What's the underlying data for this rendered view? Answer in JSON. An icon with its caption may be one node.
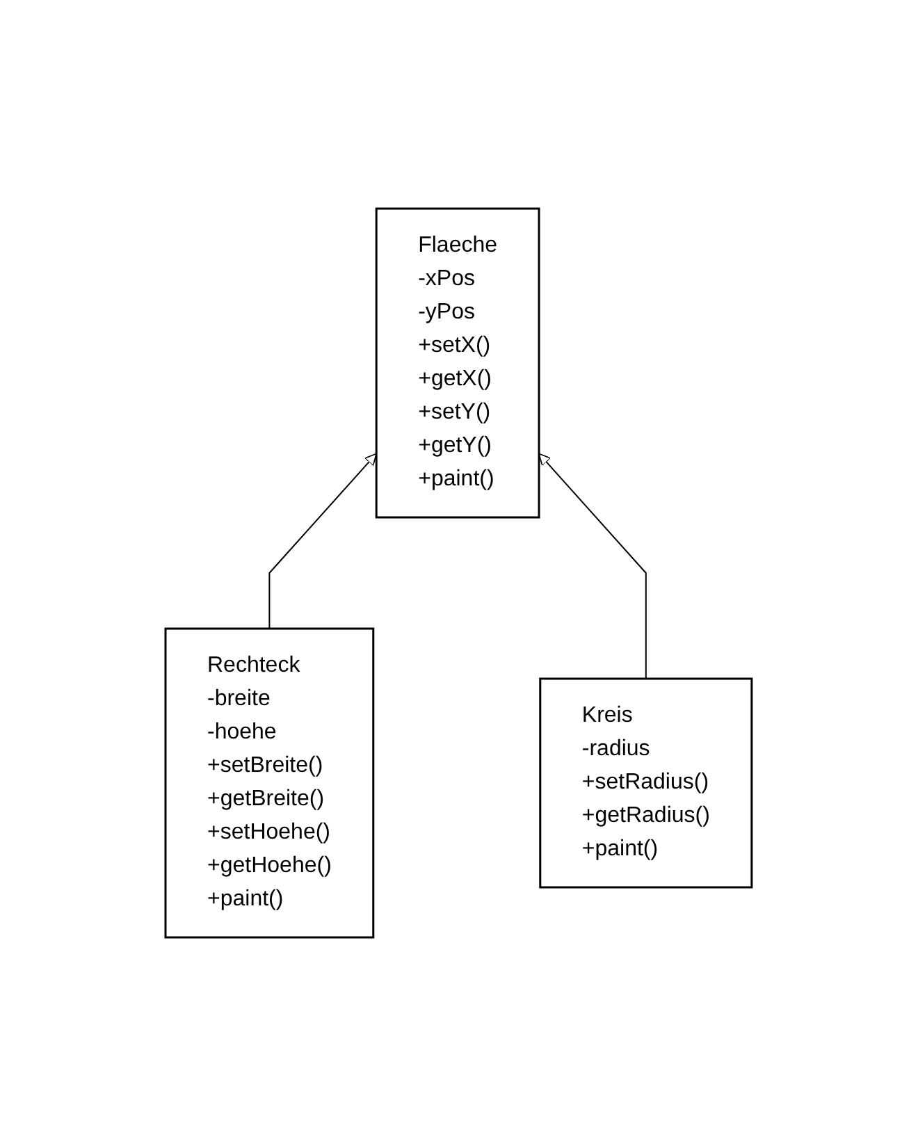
{
  "diagram": {
    "nodes": [
      {
        "text": [
          "Flaeche",
          "-xPos",
          "-yPos",
          "+setX()",
          "+getX()",
          "+setY()",
          "+getY()",
          "+paint()"
        ]
      },
      {
        "text": [
          "Rechteck",
          "-breite",
          "-hoehe",
          "+setBreite()",
          "+getBreite()",
          "+setHoehe()",
          "+getHoehe()",
          "+paint()"
        ]
      },
      {
        "text": [
          "Kreis",
          "-radius",
          "+setRadius()",
          "+getRadius()",
          "+paint()"
        ]
      }
    ],
    "edges": [
      {
        "from": 1,
        "to": 0,
        "arrow": "to"
      },
      {
        "from": 2,
        "to": 0,
        "arrow": "to"
      }
    ]
  }
}
